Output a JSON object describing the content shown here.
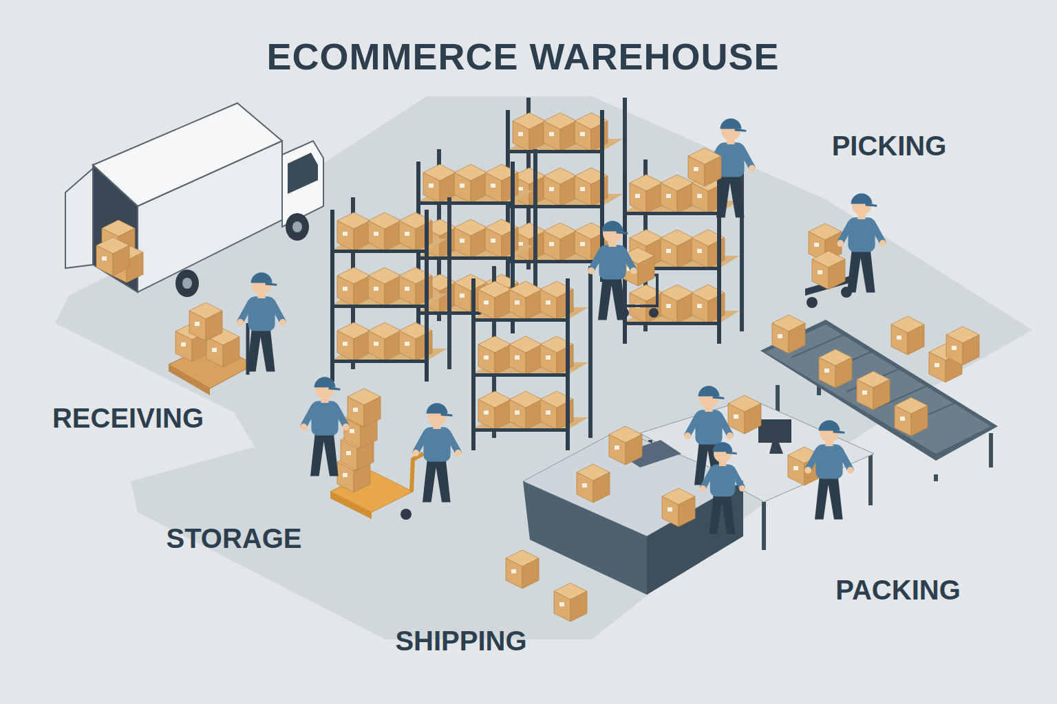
{
  "diagram": {
    "title": "ECOMMERCE WAREHOUSE",
    "labels": [
      "PICKING",
      "RECEIVING",
      "STORAGE",
      "PACKING",
      "SHIPPING"
    ]
  }
}
